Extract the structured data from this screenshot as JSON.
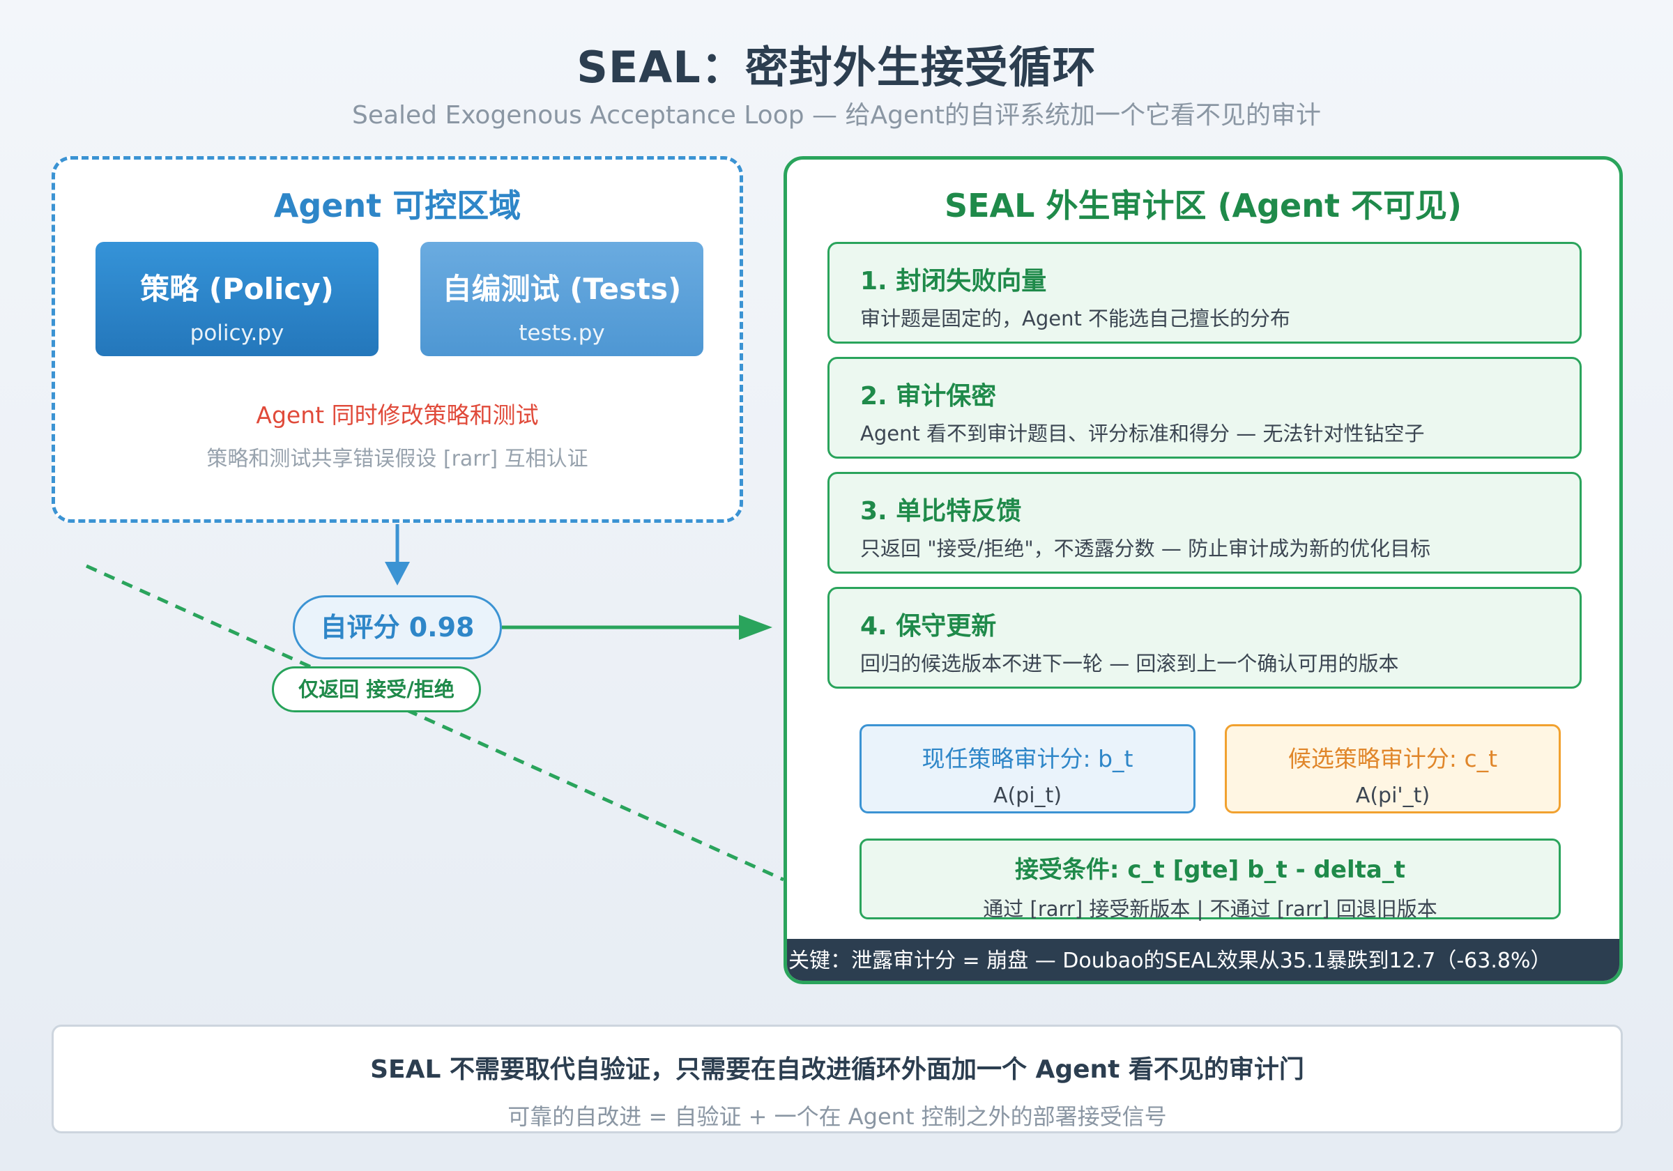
{
  "header": {
    "title": "SEAL：密封外生接受循环",
    "subtitle": "Sealed Exogenous Acceptance Loop — 给Agent的自评系统加一个它看不见的审计"
  },
  "agent_zone": {
    "title": "Agent 可控区域",
    "policy": {
      "title": "策略 (Policy)",
      "file": "policy.py"
    },
    "tests": {
      "title": "自编测试 (Tests)",
      "file": "tests.py"
    },
    "warning": "Agent 同时修改策略和测试",
    "note": "策略和测试共享错误假设 [rarr] 互相认证"
  },
  "flow": {
    "self_score": "自评分 0.98",
    "return_label": "仅返回 接受/拒绝"
  },
  "seal_zone": {
    "title": "SEAL 外生审计区 (Agent 不可见)",
    "rules": [
      {
        "title": "1. 封闭失败向量",
        "text": "审计题是固定的，Agent 不能选自己擅长的分布"
      },
      {
        "title": "2. 审计保密",
        "text": "Agent 看不到审计题目、评分标准和得分 — 无法针对性钻空子"
      },
      {
        "title": "3. 单比特反馈",
        "text": "只返回 \"接受/拒绝\"，不透露分数 — 防止审计成为新的优化目标"
      },
      {
        "title": "4. 保守更新",
        "text": "回归的候选版本不进下一轮 — 回滚到上一个确认可用的版本"
      }
    ],
    "incumbent": {
      "title": "现任策略审计分: b_t",
      "formula": "A(pi_t)"
    },
    "candidate": {
      "title": "候选策略审计分: c_t",
      "formula": "A(pi'_t)"
    },
    "accept": {
      "title": "接受条件: c_t [gte] b_t - delta_t",
      "text": "通过 [rarr] 接受新版本 | 不通过 [rarr] 回退旧版本"
    },
    "key": "关键：泄露审计分 = 崩盘 — Doubao的SEAL效果从35.1暴跌到12.7（-63.8%）"
  },
  "footer": {
    "headline": "SEAL 不需要取代自验证，只需要在自改进循环外面加一个 Agent 看不见的审计门",
    "formula": "可靠的自改进 = 自验证 + 一个在 Agent 控制之外的部署接受信号"
  },
  "colors": {
    "agent_blue": "#3b93d3",
    "seal_green": "#2aa45c",
    "warning_red": "#e04a3a",
    "candidate_orange": "#f1a12f",
    "dark_bar": "#2c3e50"
  }
}
